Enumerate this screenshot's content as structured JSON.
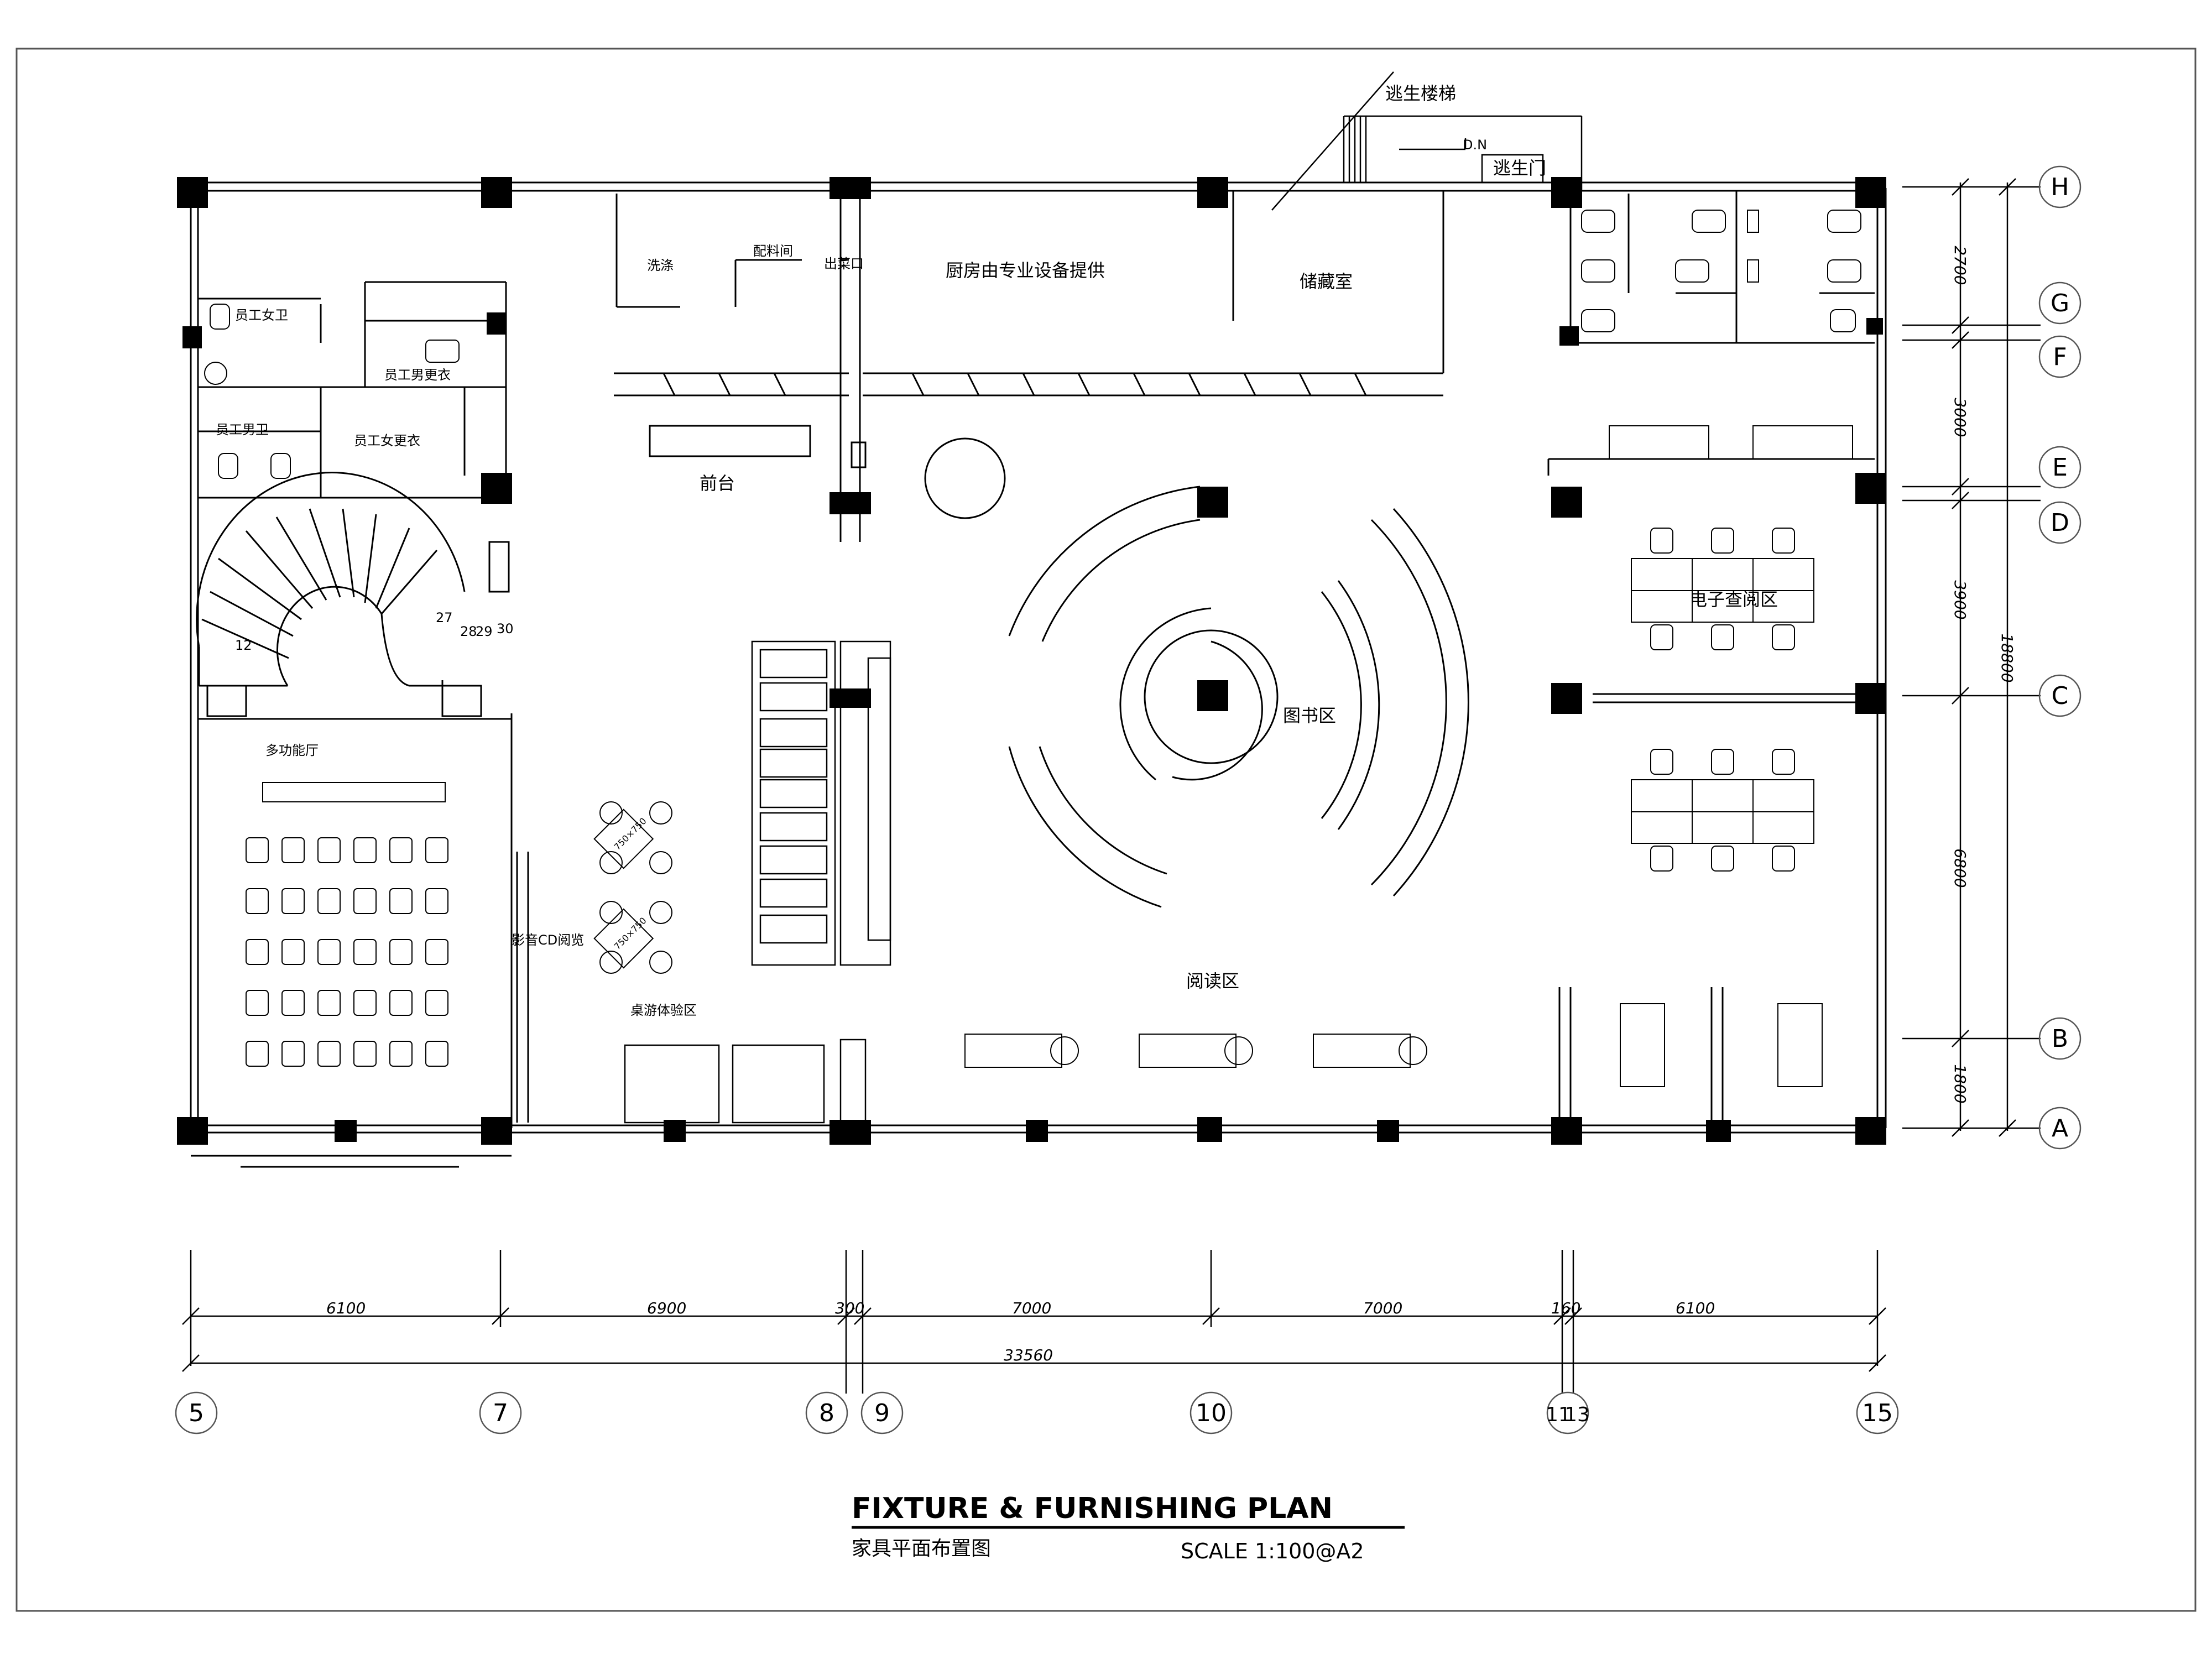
{
  "rooms": {
    "escape_stair": "逃生楼梯",
    "dn": "D.N",
    "escape_door": "逃生门",
    "wash": "洗涤",
    "prep_room": "配料间",
    "serving_window": "出菜口",
    "kitchen": "厨房由专业设备提供",
    "storage": "储藏室",
    "female_staff_wc": "员工女卫",
    "male_staff_wc": "员工男卫",
    "male_locker": "员工男更衣",
    "female_locker": "员工女更衣",
    "reception": "前台",
    "library_zone": "图书区",
    "e_reading_zone": "电子查阅区",
    "multi_hall": "多功能厅",
    "av_cd": "影音CD阅览",
    "board_game": "桌游体验区",
    "reading_zone": "阅读区"
  },
  "stair_numbers": [
    "12",
    "27",
    "28",
    "29",
    "30"
  ],
  "table_labels": [
    "750×750",
    "750×750"
  ],
  "grid_horizontal": {
    "labels": [
      "5",
      "7",
      "8",
      "9",
      "10",
      "11",
      "13",
      "15"
    ],
    "dims": [
      "6100",
      "6900",
      "300",
      "7000",
      "7000",
      "160",
      "6100"
    ],
    "total": "33560"
  },
  "grid_vertical": {
    "labels": [
      "H",
      "G",
      "F",
      "E",
      "D",
      "C",
      "B",
      "A"
    ],
    "dims": [
      "2700",
      "3000",
      "3900",
      "6800",
      "1800"
    ],
    "total": "18800"
  },
  "title": {
    "main": "FIXTURE & FURNISHING PLAN",
    "sub": "家具平面布置图",
    "scale": "SCALE  1:100@A2"
  }
}
